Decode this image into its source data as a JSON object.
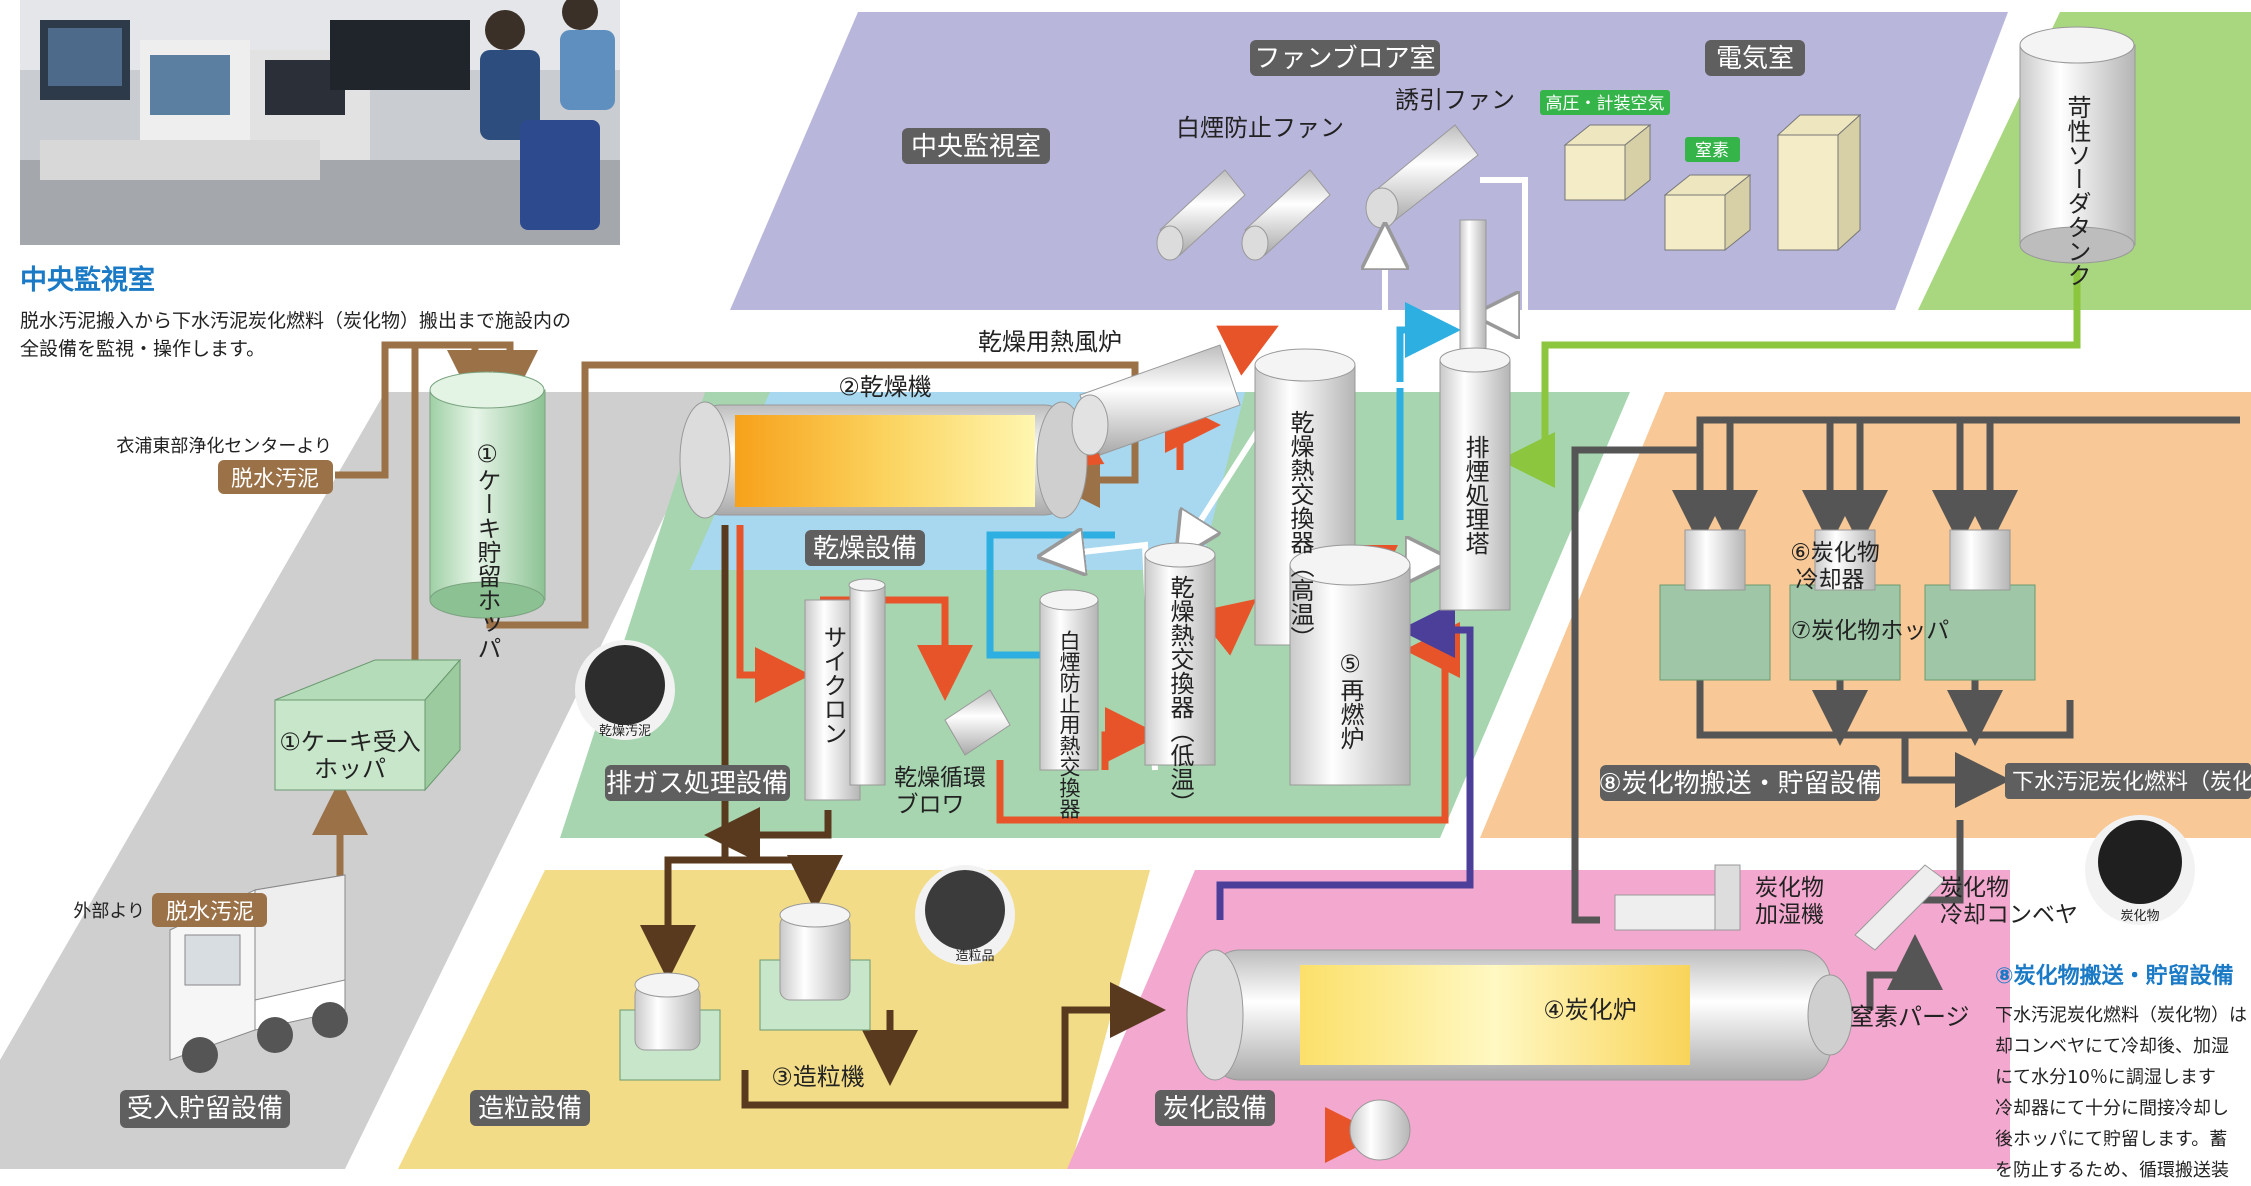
{
  "photo": {
    "title": "中央監視室",
    "caption_line1": "脱水汚泥搬入から下水汚泥炭化燃料（炭化物）搬出まで施設内の",
    "caption_line2": "全設備を監視・操作します。"
  },
  "areas": {
    "receiving": "受入貯留設備",
    "drying": "乾燥設備",
    "exhaust": "排ガス処理設備",
    "granulation": "造粒設備",
    "carbonization": "炭化設備",
    "transport": "⑧炭化物搬送・貯留設備"
  },
  "rooms": {
    "fan_blower": "ファンブロア室",
    "electrical": "電気室",
    "central": "中央監視室"
  },
  "room_items": {
    "white_smoke_fan": "白煙防止ファン",
    "induced_fan": "誘引ファン",
    "high_pressure_air": "高圧・計装空気",
    "nitrogen": "窒素",
    "caustic_tank": "苛性ソーダタンク"
  },
  "inputs": {
    "source_east": "衣浦東部浄化センターより",
    "sludge_tag_1": "脱水汚泥",
    "source_outside": "外部より",
    "sludge_tag_2": "脱水汚泥"
  },
  "equipment": {
    "cake_storage_hopper": "①ケーキ貯留ホッパ",
    "cake_receiving_hopper_1": "①ケーキ受入",
    "cake_receiving_hopper_2": "ホッパ",
    "dryer": "②乾燥機",
    "drying_hot_air_furnace": "乾燥用熱風炉",
    "cyclone": "サイクロン",
    "drying_circulation_blower_1": "乾燥循環",
    "drying_circulation_blower_2": "ブロワ",
    "white_smoke_hx": "白煙防止用熱交換器",
    "dry_hx_low": "乾燥熱交換器（低温）",
    "dry_hx_high": "乾燥熱交換器（高温）",
    "reburn_furnace": "⑤再燃炉",
    "exhaust_tower": "排煙処理塔",
    "granulator": "③造粒機",
    "carbonization_furnace": "④炭化炉",
    "nitrogen_purge": "窒素パージ",
    "char_cooler_1": "⑥炭化物",
    "char_cooler_2": "冷却器",
    "char_hopper": "⑦炭化物ホッパ",
    "char_humidifier_1": "炭化物",
    "char_humidifier_2": "加湿機",
    "char_cooling_conveyor_1": "炭化物",
    "char_cooling_conveyor_2": "冷却コンベヤ",
    "product_output": "下水汚泥炭化燃料（炭化物）"
  },
  "samples": {
    "dried_sludge": "乾燥汚泥",
    "granulated": "造粒品",
    "char": "炭化物"
  },
  "side_text": {
    "title": "⑧炭化物搬送・貯留設備",
    "line1": "下水汚泥炭化燃料（炭化物）は",
    "line2": "却コンベヤにて冷却後、加湿",
    "line3": "にて水分10％に調湿します",
    "line4": "冷却器にて十分に間接冷却し",
    "line5": "後ホッパにて貯留します。蓄",
    "line6": "を防止するため、循環搬送装"
  },
  "colors": {
    "receiving_area": "#cfcfcf",
    "drying_area": "#a8d8ef",
    "exhaust_area": "#a6d5b0",
    "granulation_area": "#f3dc87",
    "carbonization_area": "#f3a9cf",
    "transport_area": "#f8c896",
    "room_area": "#b9b6dc",
    "tank_area": "#a9d77f",
    "sludge_line": "#9b7148",
    "hot_gas_line": "#e8542a",
    "cooling_line": "#2eafe2",
    "char_line": "#555555",
    "exhaust_line": "#4b3f9a",
    "title_blue": "#1a7ac6",
    "label_bg": "#5f5f5f"
  }
}
